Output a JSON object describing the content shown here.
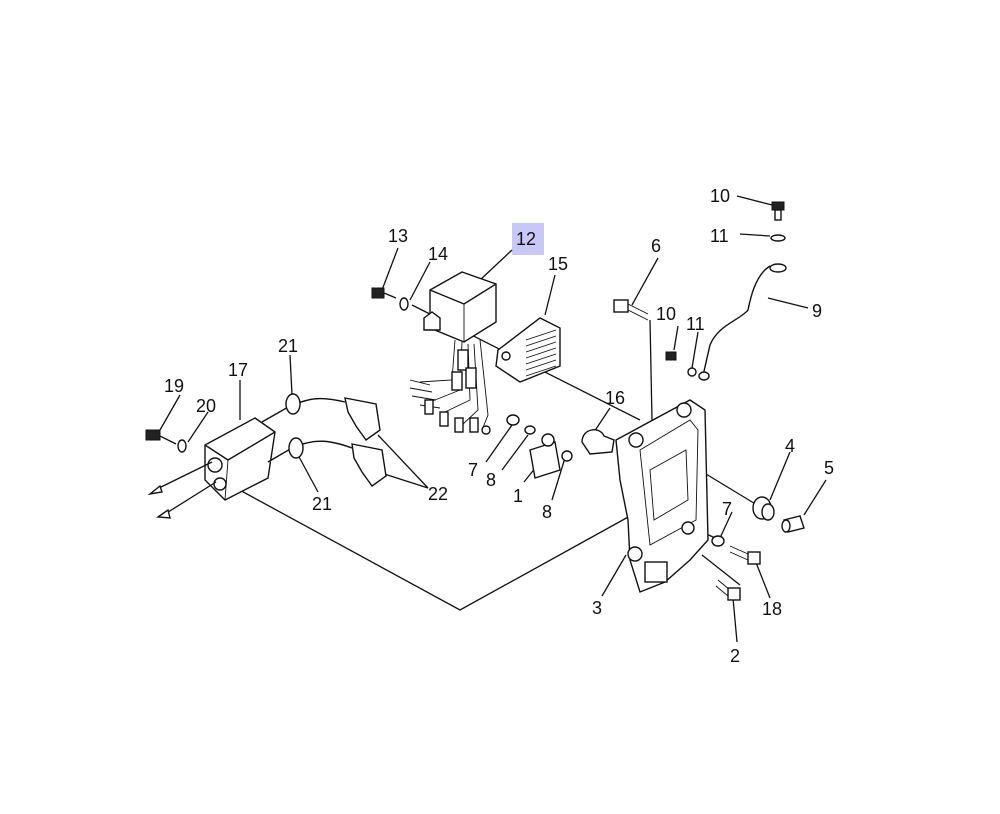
{
  "diagram": {
    "highlight_color": "#c8c8f8",
    "highlighted_part": "12",
    "labels": [
      "1",
      "2",
      "3",
      "4",
      "5",
      "6",
      "7",
      "7",
      "8",
      "8",
      "9",
      "10",
      "10",
      "11",
      "11",
      "12",
      "13",
      "14",
      "15",
      "16",
      "17",
      "18",
      "19",
      "20",
      "21",
      "21",
      "22"
    ]
  }
}
